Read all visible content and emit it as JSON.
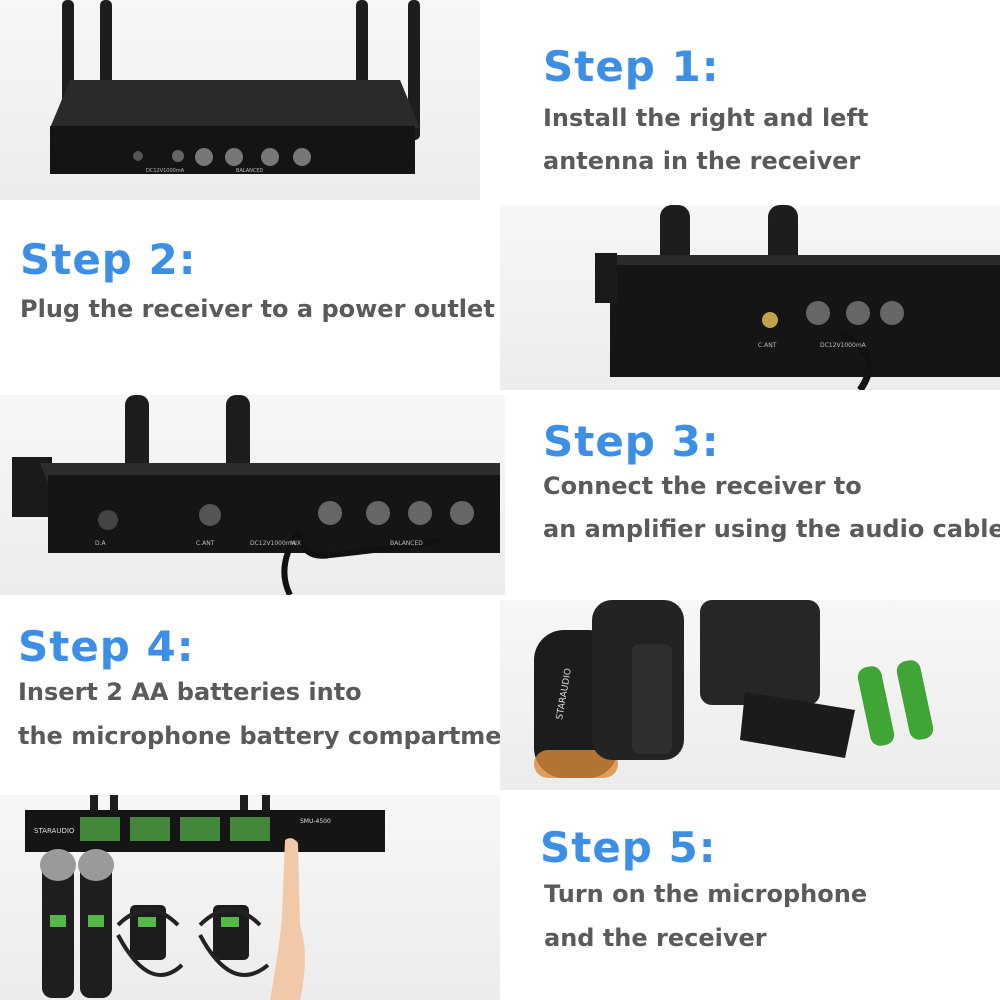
{
  "steps": [
    {
      "title": "Step 1:",
      "lines": [
        "Install the right and left",
        "antenna in the receiver"
      ]
    },
    {
      "title": "Step 2:",
      "lines": [
        "Plug the receiver to a power outlet"
      ]
    },
    {
      "title": "Step 3:",
      "lines": [
        "Connect the receiver to",
        "an amplifier using the audio cable"
      ]
    },
    {
      "title": "Step 4:",
      "lines": [
        "Insert 2 AA batteries into",
        "the microphone battery compartment"
      ]
    },
    {
      "title": "Step 5:",
      "lines": [
        "Turn on the microphone",
        "and the receiver"
      ]
    }
  ],
  "photo_labels": {
    "dc_power": "DC12V1000mA",
    "mix": "MIX",
    "balanced": "BALANCED",
    "c_ant": "C.ANT",
    "d_ant": "D.A",
    "brand": "STARAUDIO",
    "model": "SMU-4500"
  },
  "colors": {
    "step_title": "#3d8fe6",
    "step_text": "#5a5a5a",
    "panel_bg": "#f2f2f2",
    "device_black": "#1a1a1a",
    "battery_green": "#3fa535"
  }
}
